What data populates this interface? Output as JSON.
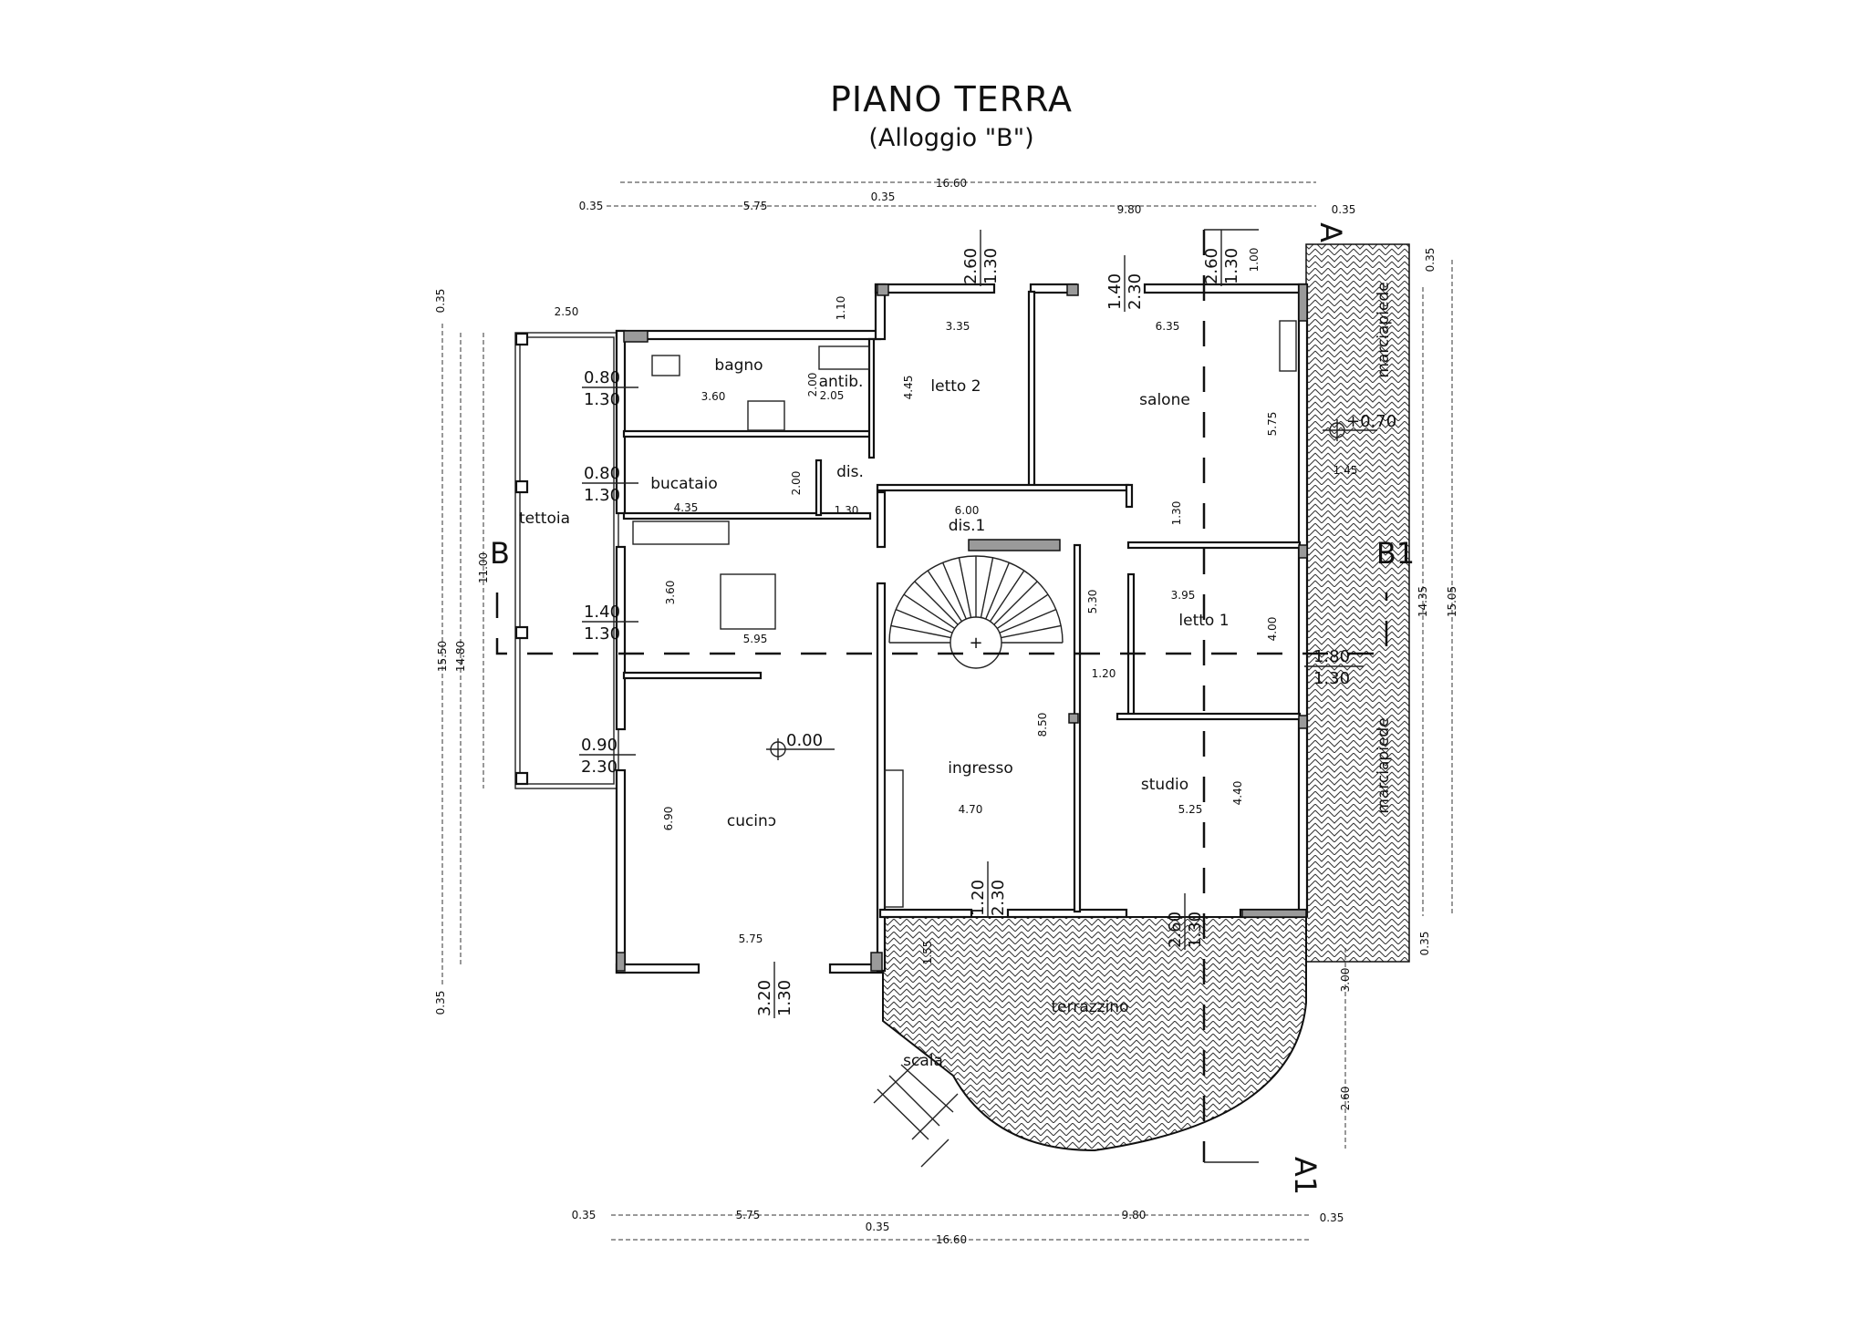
{
  "title": "PIANO TERRA",
  "subtitle": "(Alloggio \"B\")",
  "rooms": {
    "bagno": "bagno",
    "antib": "antib.",
    "letto2": "letto 2",
    "salone": "salone",
    "bucataio": "bucataio",
    "dis": "dis.",
    "dis1": "dis.1",
    "tettoia": "tettoia",
    "letto1": "letto 1",
    "ingresso": "ingresso",
    "studio": "studio",
    "cucina": "cucinɔ",
    "terrazzino": "terrazzino",
    "scala": "scala",
    "marciapiede_top": "marciapiede",
    "marciapiede_bottom": "marciapiede"
  },
  "sections": {
    "a": "A",
    "a1": "A1",
    "b": "B",
    "b1": "B1"
  },
  "levels": {
    "ground": "0.00",
    "sidewalk": "+0.70"
  },
  "top_dims": {
    "total": "16.60",
    "left_margin": "0.35",
    "left": "5.75",
    "middle": "0.35",
    "right": "9.80",
    "right_margin": "0.35"
  },
  "bottom_dims": {
    "total": "16.60",
    "left_margin": "0.35",
    "left": "5.75",
    "middle": "0.35",
    "right": "9.80",
    "right_margin": "0.35"
  },
  "side_dims": {
    "left_top": "0.35",
    "left_bottom": "0.35",
    "left_outer": "15.50",
    "left_mid": "14.80",
    "left_inner": "11.00",
    "right_top": "0.35",
    "right_bottom": "0.35",
    "right_inner": "14.35",
    "right_outer": "15.05",
    "terrace_upper": "3.00",
    "terrace_lower": "2.60"
  },
  "interior_dims": [
    "2.50",
    "1.10",
    "3.35",
    "6.35",
    "3.60",
    "2.00",
    "2.05",
    "4.45",
    "5.75",
    "1.45",
    "2.00",
    "4.35",
    "1.30",
    "6.00",
    "1.30",
    "3.60",
    "5.95",
    "5.30",
    "3.95",
    "4.00",
    "1.20",
    "8.50",
    "4.70",
    "5.25",
    "4.40",
    "6.90",
    "5.75",
    "1.55",
    "1.00"
  ],
  "openings": [
    {
      "w": "0.80",
      "h": "1.30"
    },
    {
      "w": "0.80",
      "h": "1.30"
    },
    {
      "w": "1.40",
      "h": "1.30"
    },
    {
      "w": "0.90",
      "h": "2.30"
    },
    {
      "w": "2.60",
      "h": "1.30"
    },
    {
      "w": "1.40",
      "h": "2.30"
    },
    {
      "w": "2.60",
      "h": "1.30"
    },
    {
      "w": "1.80",
      "h": "1.30"
    },
    {
      "w": "1.20",
      "h": "2.30"
    },
    {
      "w": "2.60",
      "h": "1.30"
    },
    {
      "w": "3.20",
      "h": "1.30"
    }
  ]
}
